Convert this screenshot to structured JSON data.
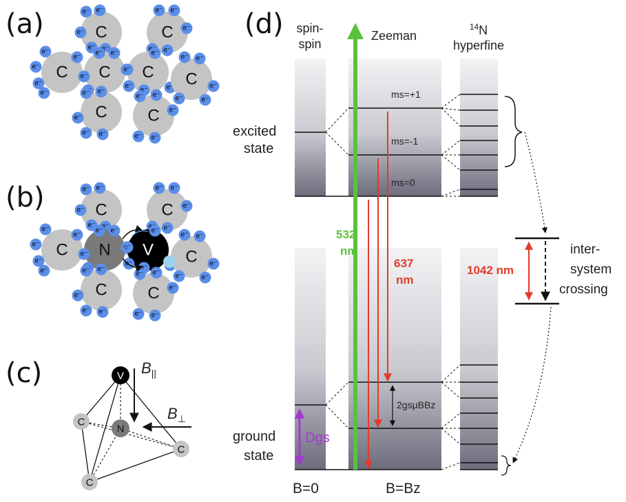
{
  "panels": {
    "a": "(a)",
    "b": "(b)",
    "c": "(c)",
    "d": "(d)"
  },
  "atoms": {
    "carbon": "C",
    "nitrogen": "N",
    "vacancy": "V",
    "electron": "e⁻"
  },
  "tetrahedron": {
    "b_parallel": "B",
    "b_parallel_sub": "||",
    "b_perp": "B",
    "b_perp_sub": "⊥"
  },
  "columns": {
    "spin_spin_1": "spin-",
    "spin_spin_2": "spin",
    "zeeman": "Zeeman",
    "hyperfine_sup": "14",
    "hyperfine_n": "N",
    "hyperfine_2": "hyperfine"
  },
  "states": {
    "excited_1": "excited",
    "excited_2": "state",
    "ground_1": "ground",
    "ground_2": "state"
  },
  "sublevels": {
    "plus1": "ms=+1",
    "minus1": "ms=-1",
    "zero": "ms=0"
  },
  "transitions": {
    "green_1": "532",
    "green_2": "nm",
    "red_1": "637",
    "red_2": "nm",
    "isc_wavelength": "1042 nm",
    "isc_1": "inter-",
    "isc_2": "system",
    "isc_3": "crossing",
    "zeeman_split": "2gsμBBz",
    "dgs": "Dgs"
  },
  "bottom": {
    "b0": "B=0",
    "bz": "B=Bz"
  },
  "colors": {
    "carbon": "#c4c4c4",
    "nitrogen": "#7a7a7a",
    "vacancy": "#000000",
    "electron": "#5b8ee8",
    "green": "#58c33a",
    "red": "#e23a2a",
    "purple": "#a23ad0"
  }
}
